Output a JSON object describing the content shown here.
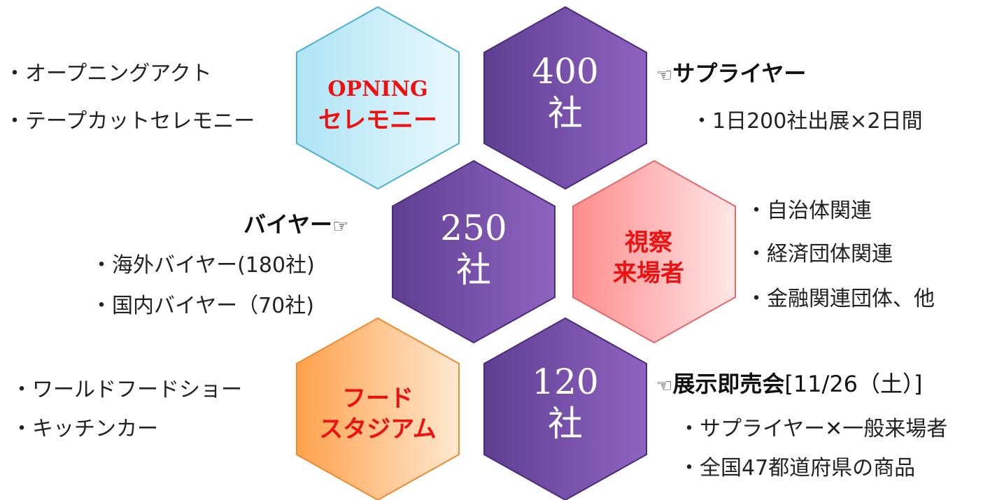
{
  "hexagons": [
    {
      "id": "opening",
      "lines": [
        "OPNING",
        "セレモニー"
      ],
      "type": "label",
      "gradient": [
        "#aee4f4",
        "#e8f8fe"
      ],
      "stroke": "#4bb0d0"
    },
    {
      "id": "supplier-count",
      "lines": [
        "400",
        "社"
      ],
      "type": "count",
      "gradient": [
        "#5f3f92",
        "#8f63c0"
      ],
      "stroke": "#4a2c7c"
    },
    {
      "id": "buyer-count",
      "lines": [
        "250",
        "社"
      ],
      "type": "count",
      "gradient": [
        "#5f3f92",
        "#8f63c0"
      ],
      "stroke": "#4a2c7c"
    },
    {
      "id": "visitors",
      "lines": [
        "視察",
        "来場者"
      ],
      "type": "label",
      "gradient": [
        "#ff8c8c",
        "#ffe6e6"
      ],
      "stroke": "#e06a6a"
    },
    {
      "id": "food-stadium",
      "lines": [
        "フード",
        "スタジアム"
      ],
      "type": "label",
      "gradient": [
        "#ffa24c",
        "#ffe8d0"
      ],
      "stroke": "#f08a30"
    },
    {
      "id": "sale-count",
      "lines": [
        "120",
        "社"
      ],
      "type": "count",
      "gradient": [
        "#5f3f92",
        "#8f63c0"
      ],
      "stroke": "#4a2c7c"
    }
  ],
  "opening": {
    "items": [
      "・オープニングアクト",
      "・テープカットセレモニー"
    ]
  },
  "supplier": {
    "hand": "☜",
    "heading": "サプライヤー",
    "items": [
      "・1日200社出展×2日間"
    ]
  },
  "buyer": {
    "heading": "バイヤー",
    "hand": "☞",
    "items": [
      "・海外バイヤー(180社)",
      "・国内バイヤー（70社)"
    ]
  },
  "visitors": {
    "items": [
      "・自治体関連",
      "・経済団体関連",
      "・金融関連団体、他"
    ]
  },
  "food": {
    "items": [
      "・ワールドフードショー",
      "・キッチンカー"
    ]
  },
  "sale": {
    "hand": "☜",
    "heading": "展示即売会",
    "date": "[11/26（土）]",
    "item1_pre": "・サプライヤー",
    "item1_cross": "✕",
    "item1_post": "一般来場者",
    "item2": "・全国47都道府県の商品"
  },
  "colors": {
    "label_red": "#ee1111",
    "count_white": "#ffffff",
    "text": "#222222"
  }
}
